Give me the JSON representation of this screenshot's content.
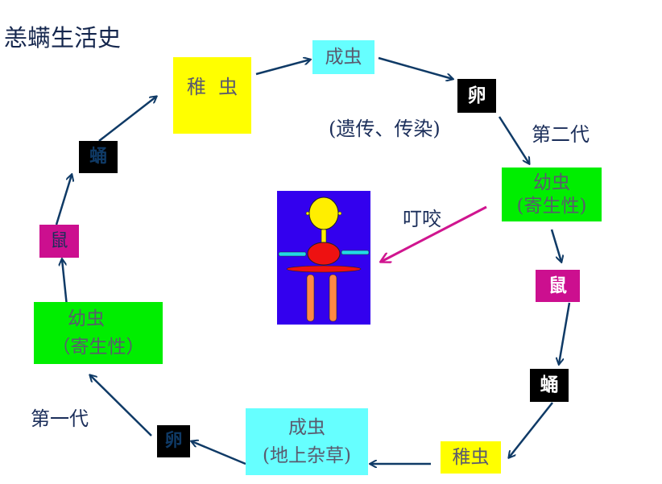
{
  "title": "恙螨生活史",
  "colors": {
    "arrow": "#0f3a66",
    "bite_arrow": "#d0158f",
    "yellow": "#ffff00",
    "cyan": "#66ffff",
    "green": "#00ee00",
    "magenta": "#cc0f8f",
    "black": "#000000",
    "figure_bg": "#3300ee"
  },
  "nodes": {
    "larva_nymph_top": "稚  虫",
    "adult_top": "成虫",
    "egg_top": "卵",
    "inheritance_note": "(遗传、传染)",
    "second_gen": "第二代",
    "larva_right_l1": "幼虫",
    "larva_right_l2": "(寄生性)",
    "bite": "叮咬",
    "rat_right": "鼠",
    "pupa_right": "蛹",
    "nymph_bottom": "稚虫",
    "adult_bottom_l1": "成虫",
    "adult_bottom_l2": "(地上杂草)",
    "egg_bottom": "卵",
    "first_gen": "第一代",
    "larva_left_l1": "幼虫",
    "larva_left_l2": "（寄生性）",
    "rat_left": "鼠",
    "pupa_left": "蛹"
  },
  "icons": {
    "human": "human-figure-icon"
  }
}
